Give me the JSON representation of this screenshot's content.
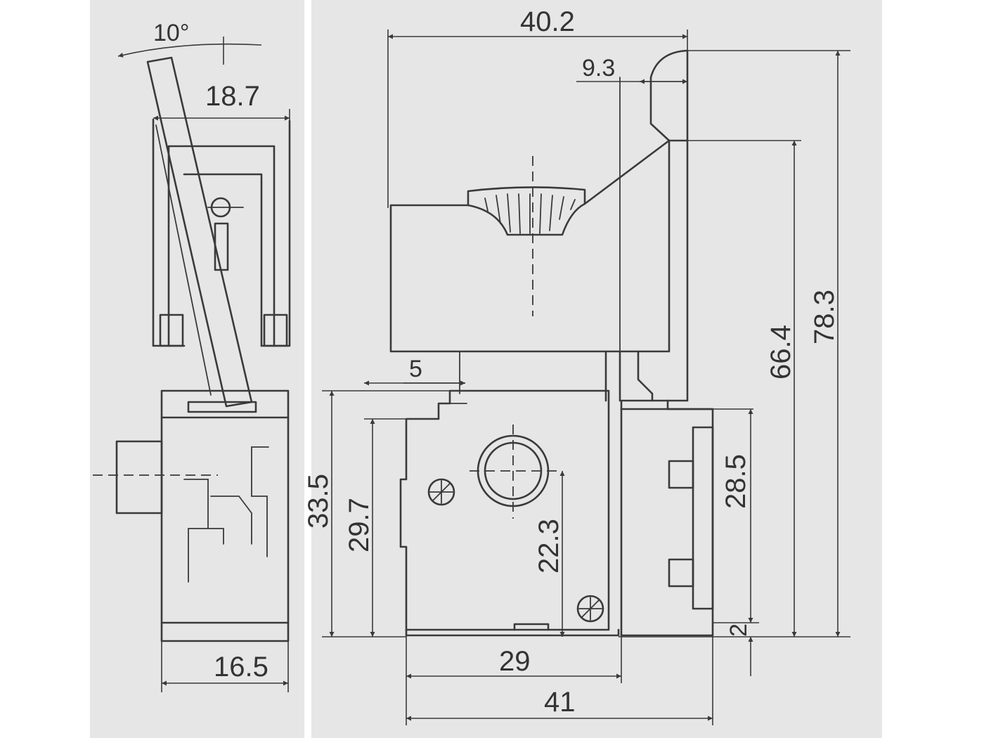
{
  "colors": {
    "sheet": "#e6e6e6",
    "ink": "#3a3a3a",
    "background": "#ffffff"
  },
  "side_view": {
    "angle_label": "10°",
    "width_top": "18.7",
    "width_bottom": "16.5"
  },
  "front_view": {
    "overall_width_top": "40.2",
    "hook_offset": "9.3",
    "step_offset": "5",
    "body_height_left": "33.5",
    "inner_height": "29.7",
    "hole_height": "22.3",
    "terminal_height": "28.5",
    "total_height_to_shoulder": "66.4",
    "total_height": "78.3",
    "base_gap": "2",
    "body_width_inner": "29",
    "body_width_overall": "41"
  }
}
